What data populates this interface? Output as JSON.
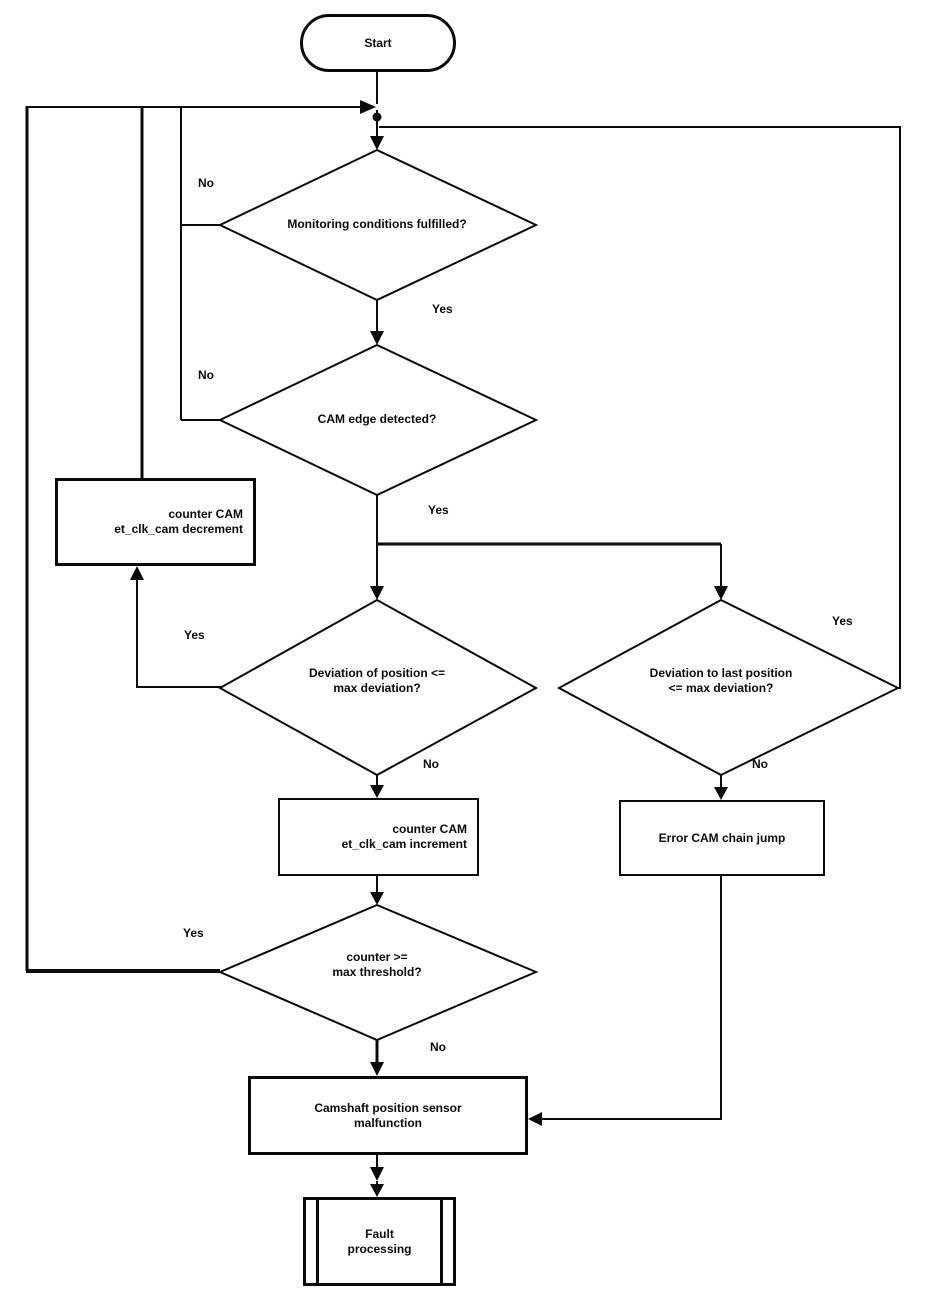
{
  "colors": {
    "line": "#0a0a0a",
    "background": "#ffffff",
    "text": "#0a0a0a"
  },
  "flowchart": {
    "start": {
      "label": "Start"
    },
    "decision_monitoring": {
      "label": "Monitoring conditions fulfilled?",
      "yes": "Yes",
      "no": "No"
    },
    "decision_cam_edge": {
      "label": "CAM edge detected?",
      "yes": "Yes",
      "no": "No"
    },
    "process_decrement": {
      "line1": "counter CAM",
      "line2": "et_clk_cam decrement"
    },
    "decision_deviation_position": {
      "line1": "Deviation of position <=",
      "line2": "max deviation?",
      "yes": "Yes",
      "no": "No"
    },
    "decision_deviation_last": {
      "line1": "Deviation to last position",
      "line2": "<= max deviation?",
      "yes": "Yes",
      "no": "No"
    },
    "process_increment": {
      "line1": "counter CAM",
      "line2": "et_clk_cam increment"
    },
    "process_error": {
      "label": "Error CAM chain jump"
    },
    "decision_counter": {
      "line1": "counter >=",
      "line2": "max threshold?",
      "yes": "Yes",
      "no": "No"
    },
    "process_malfunction": {
      "line1": "Camshaft position sensor",
      "line2": "malfunction"
    },
    "predefined_fault": {
      "line1": "Fault",
      "line2": "processing"
    }
  }
}
